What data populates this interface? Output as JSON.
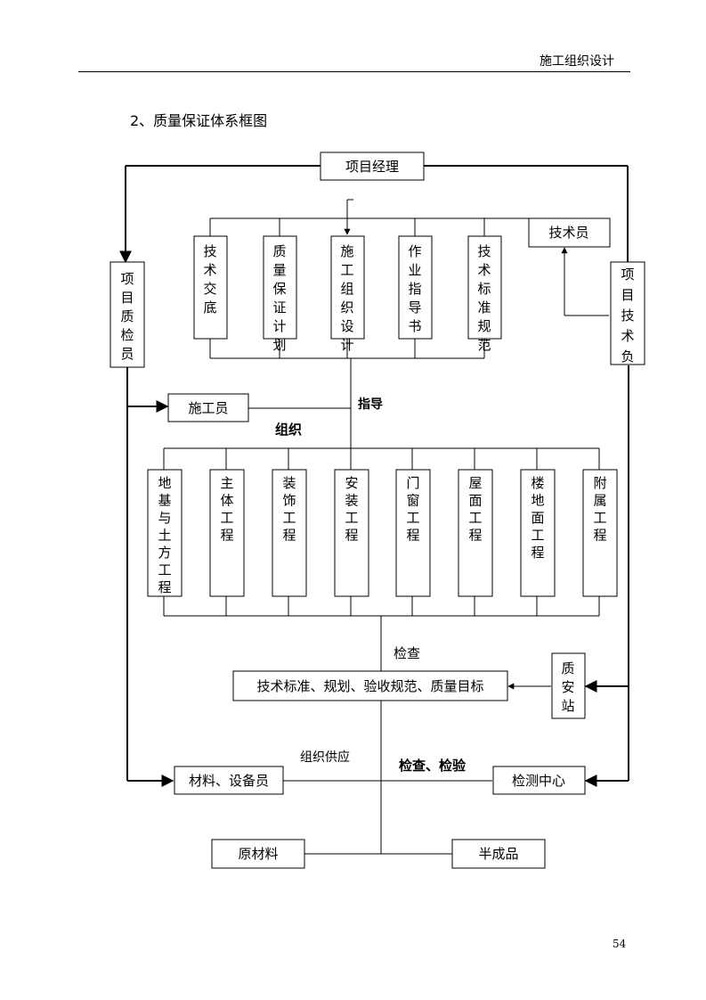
{
  "page": {
    "header": "施工组织设计",
    "section_title": "2、质量保证体系框图",
    "page_number": "54"
  },
  "diagram": {
    "project_manager": "项目经理",
    "technician": "技术员",
    "quality_inspector": "项目质检员",
    "tech_leader": "项目技术负责",
    "docs": [
      "技术交底",
      "质量保证计划",
      "施工组织设计",
      "作业指导书",
      "技术标准规范"
    ],
    "construction_staff": "施工员",
    "guide_label": "指导",
    "organize_label": "组织",
    "works": [
      "地基与土方工程",
      "主体工程",
      "装饰工程",
      "安装工程",
      "门窗工程",
      "屋面工程",
      "楼地面工程",
      "附属工程"
    ],
    "check_label": "检查",
    "standards": "技术标准、规划、验收规范、质量目标",
    "quality_station": "质安站",
    "supply_label": "组织供应",
    "inspect_label": "检查、检验",
    "materials_staff": "材料、设备员",
    "test_center": "检测中心",
    "raw_materials": "原材料",
    "semi_products": "半成品"
  }
}
